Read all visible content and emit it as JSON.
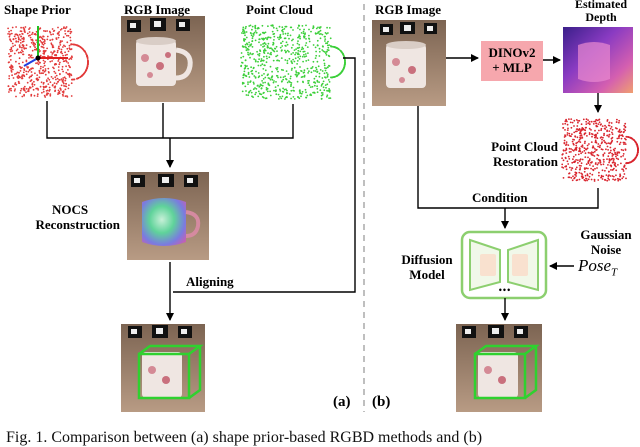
{
  "left": {
    "shape_prior_label": "Shape Prior",
    "rgb_image_label": "RGB Image",
    "point_cloud_label": "Point Cloud",
    "nocs_label_line1": "NOCS",
    "nocs_label_line2": "Reconstruction",
    "aligning_label": "Aligning",
    "panel_tag": "(a)"
  },
  "right": {
    "rgb_image_label": "RGB Image",
    "estimated_depth_line1": "Estimated",
    "estimated_depth_line2": "Depth",
    "dino_line1": "DINOv2",
    "dino_line2": "+ MLP",
    "restoration_line1": "Point Cloud",
    "restoration_line2": "Restoration",
    "condition_label": "Condition",
    "gaussian_line1": "Gaussian",
    "gaussian_line2": "Noise",
    "pose_label": "Pose",
    "pose_subscript": "T",
    "diffusion_line1": "Diffusion",
    "diffusion_line2": "Model",
    "ellipsis": "•••",
    "panel_tag": "(b)"
  },
  "caption": "Fig. 1.   Comparison between (a) shape prior-based RGBD methods and (b)",
  "colors": {
    "shape_prior_points": "#e23a3a",
    "point_cloud_points": "#3ccf3a",
    "restored_points": "#d9262f",
    "dino_box": "#f6a7ad",
    "diffusion_box_border": "#8ccf6f",
    "diffusion_block": "#f9e1cf",
    "bbox_green": "#2fd12f",
    "divider": "#aaaaaa"
  }
}
